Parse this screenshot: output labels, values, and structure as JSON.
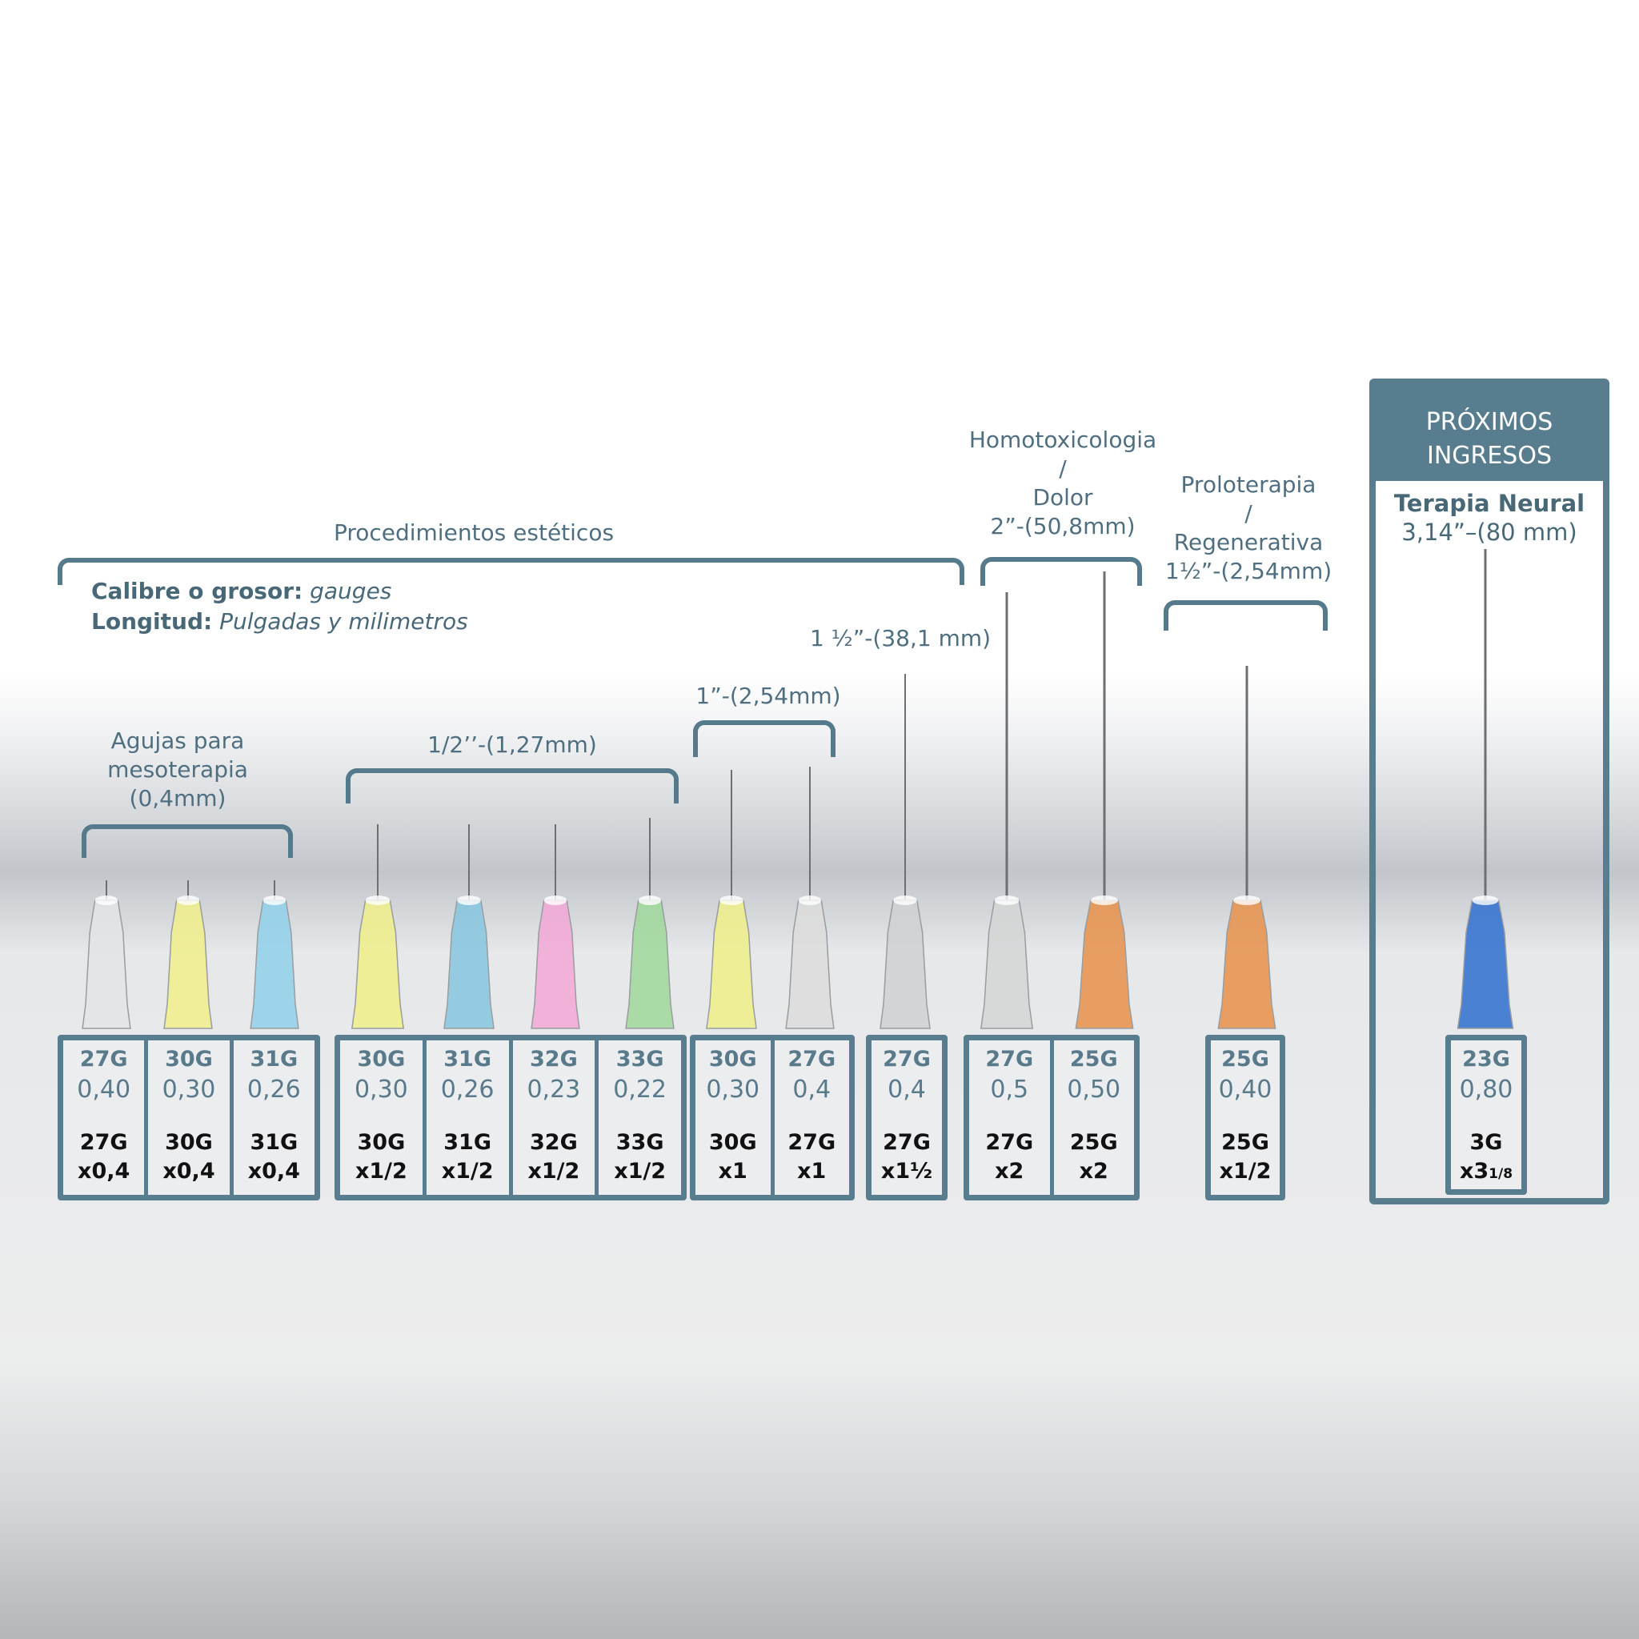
{
  "headings": {
    "procedimientos": "Procedimientos estéticos",
    "mesoterapia": [
      "Agujas para",
      "mesoterapia",
      "(0,4mm)"
    ],
    "half_inch": "1/2’’-(1,27mm)",
    "one_inch": "1”-(2,54mm)",
    "one_half": "1 ½”-(38,1 mm)",
    "homotox": [
      "Homotoxicologia",
      "/",
      "Dolor",
      "2”-(50,8mm)"
    ],
    "prolo": [
      "Proloterapia",
      "/",
      "Regenerativa",
      "1½”-(2,54mm)"
    ]
  },
  "legend": {
    "calibre_key": "Calibre o grosor:",
    "calibre_val": "gauges",
    "longitud_key": "Longitud:",
    "longitud_val": "Pulgadas y milimetros"
  },
  "panel": {
    "head_line1": "PRÓXIMOS",
    "head_line2": "INGRESOS",
    "title": "Terapia Neural",
    "subtitle": "3,14”–(80 mm)"
  },
  "groups": [
    {
      "cells": [
        {
          "gauge": "27G",
          "diam": "0,40",
          "code": "27G",
          "len": "x0,4"
        },
        {
          "gauge": "30G",
          "diam": "0,30",
          "code": "30G",
          "len": "x0,4"
        },
        {
          "gauge": "31G",
          "diam": "0,26",
          "code": "31G",
          "len": "x0,4"
        }
      ]
    },
    {
      "cells": [
        {
          "gauge": "30G",
          "diam": "0,30",
          "code": "30G",
          "len": "x1/2"
        },
        {
          "gauge": "31G",
          "diam": "0,26",
          "code": "31G",
          "len": "x1/2"
        },
        {
          "gauge": "32G",
          "diam": "0,23",
          "code": "32G",
          "len": "x1/2"
        },
        {
          "gauge": "33G",
          "diam": "0,22",
          "code": "33G",
          "len": "x1/2"
        }
      ]
    },
    {
      "cells": [
        {
          "gauge": "30G",
          "diam": "0,30",
          "code": "30G",
          "len": "x1"
        },
        {
          "gauge": "27G",
          "diam": "0,4",
          "code": "27G",
          "len": "x1"
        }
      ]
    },
    {
      "cells": [
        {
          "gauge": "27G",
          "diam": "0,4",
          "code": "27G",
          "len": "x1½"
        }
      ]
    },
    {
      "cells": [
        {
          "gauge": "27G",
          "diam": "0,5",
          "code": "27G",
          "len": "x2"
        },
        {
          "gauge": "25G",
          "diam": "0,50",
          "code": "25G",
          "len": "x2"
        }
      ]
    },
    {
      "cells": [
        {
          "gauge": "25G",
          "diam": "0,40",
          "code": "25G",
          "len": "x1/2"
        }
      ]
    },
    {
      "cells": [
        {
          "gauge": "23G",
          "diam": "0,80",
          "code": "3G",
          "len": "x3",
          "len_frac": "1/8"
        }
      ]
    }
  ],
  "needles": [
    {
      "color": "#e2e4e6"
    },
    {
      "color": "#f1ee8a"
    },
    {
      "color": "#8fd0ea"
    },
    {
      "color": "#eeef88"
    },
    {
      "color": "#86c6df"
    },
    {
      "color": "#f2a7d6"
    },
    {
      "color": "#9fd79a"
    },
    {
      "color": "#eeef88"
    },
    {
      "color": "#dcdcdc"
    },
    {
      "color": "#cfd0d2"
    },
    {
      "color": "#d4d5d5"
    },
    {
      "color": "#e8904a"
    },
    {
      "color": "#e8904a"
    },
    {
      "color": "#2f6fcf"
    }
  ]
}
